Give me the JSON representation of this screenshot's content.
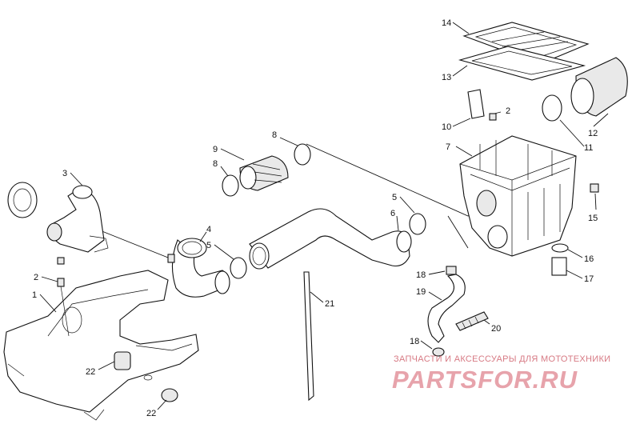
{
  "callouts": [
    "1",
    "2",
    "2",
    "3",
    "4",
    "5",
    "5",
    "6",
    "7",
    "8",
    "8",
    "9",
    "10",
    "11",
    "12",
    "13",
    "14",
    "15",
    "16",
    "17",
    "18",
    "18",
    "19",
    "20",
    "21",
    "22",
    "22"
  ],
  "watermark": {
    "subtitle": "ЗАПЧАСТИ И АКСЕССУАРЫ ДЛЯ МОТОТЕХНИКИ",
    "logo": "PARTSFOR.RU",
    "color": "#d9495b"
  }
}
